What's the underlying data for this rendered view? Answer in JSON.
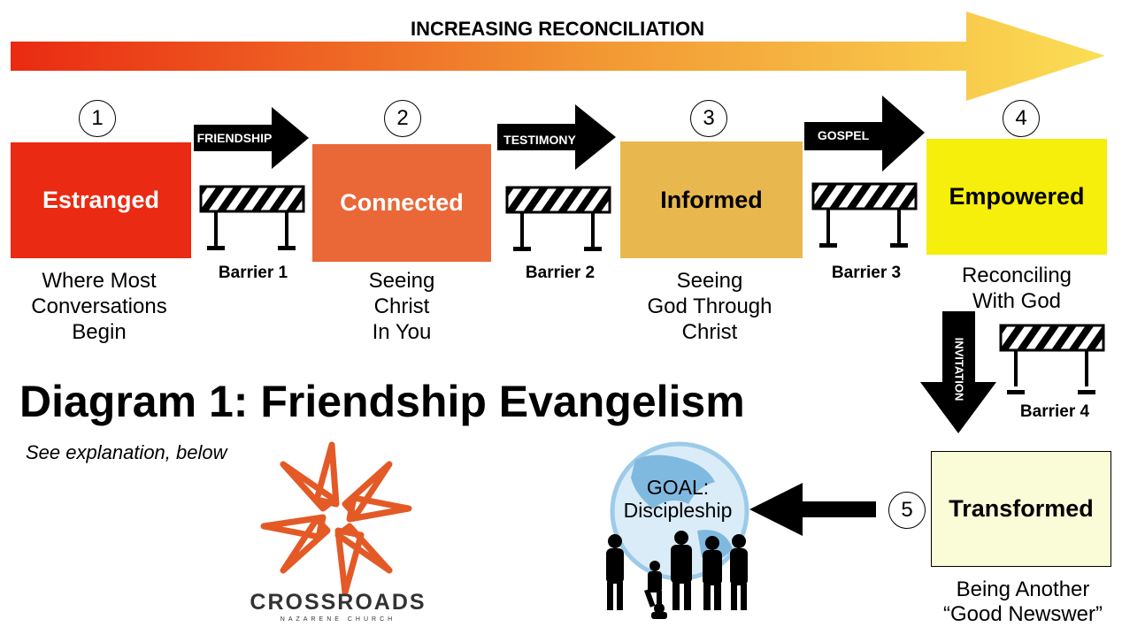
{
  "top_arrow": {
    "label": "INCREASING RECONCILIATION",
    "gradient": [
      "#ea2a12",
      "#f6b93e",
      "#fbde55"
    ]
  },
  "stages": [
    {
      "number": "1",
      "name": "Estranged",
      "color": "#ea2a12",
      "text_color": "#ffffff",
      "caption": [
        "Where Most",
        "Conversations",
        "Begin"
      ]
    },
    {
      "number": "2",
      "name": "Connected",
      "color": "#ea6738",
      "text_color": "#ffffff",
      "caption": [
        "Seeing",
        "Christ",
        "In You"
      ]
    },
    {
      "number": "3",
      "name": "Informed",
      "color": "#e8b84e",
      "text_color": "#000000",
      "caption": [
        "Seeing",
        "God Through",
        "Christ"
      ]
    },
    {
      "number": "4",
      "name": "Empowered",
      "color": "#f6ee0b",
      "text_color": "#000000",
      "caption": [
        "Reconciling",
        "With God"
      ]
    },
    {
      "number": "5",
      "name": "Transformed",
      "color": "#fafcd8",
      "text_color": "#000000",
      "caption": [
        "Being Another",
        "“Good Newswer”"
      ]
    }
  ],
  "transitions": [
    {
      "label": "FRIENDSHIP",
      "barrier": "Barrier 1"
    },
    {
      "label": "TESTIMONY",
      "barrier": "Barrier 2"
    },
    {
      "label": "GOSPEL",
      "barrier": "Barrier 3"
    },
    {
      "label": "INVITATION",
      "barrier": "Barrier 4"
    }
  ],
  "title": "Diagram 1: Friendship Evangelism",
  "subtitle": "See explanation, below",
  "goal": {
    "line1": "GOAL:",
    "line2": "Discipleship"
  },
  "logo": {
    "name": "CROSSROADS",
    "tagline": "NAZARENE CHURCH",
    "color": "#e35a27"
  }
}
